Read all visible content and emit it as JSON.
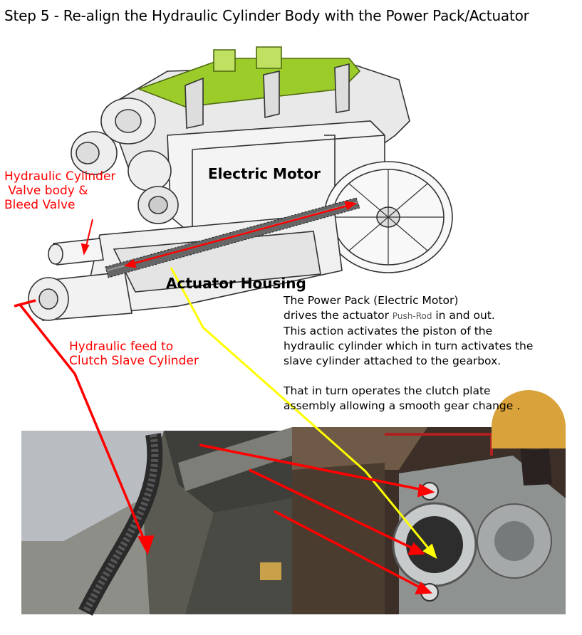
{
  "title": "Step 5 - Re-align the Hydraulic Cylinder Body with the Power Pack/Actuator",
  "labels": {
    "valve_body": "Hydraulic Cylinder\n Valve body &\nBleed Valve",
    "electric_motor": "Electric Motor",
    "actuator_housing": "Actuator Housing",
    "hydraulic_feed": "Hydraulic feed to\nClutch Slave Cylinder"
  },
  "description": {
    "line1": "The Power Pack (Electric Motor)",
    "line2_a": " drives the actuator ",
    "line2_pushrod": "Push-Rod",
    "line2_b": " in and out.",
    "line3": " This action activates the piston of the",
    "line4": " hydraulic cylinder which in turn activates the",
    "line5": " slave cylinder attached to the gearbox.",
    "line6": " That in turn operates the clutch plate",
    "line7": " assembly allowing a smooth gear change ."
  },
  "colors": {
    "red_annotation": "#ff0000",
    "yellow_annotation": "#ffff00",
    "motor_green": "#9ccc2a"
  }
}
